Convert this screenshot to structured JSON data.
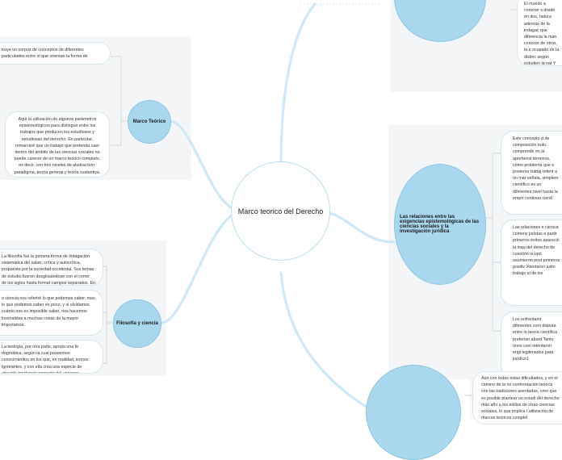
{
  "central": {
    "label": "Marco teorico del Derecho"
  },
  "branches": {
    "marco_teorico": {
      "label": "Marco Teórico"
    },
    "filosofia": {
      "label": "Filosofía y ciencia"
    },
    "relaciones": {
      "label": "Las relaciones entre las exigencias epistemológicas de las ciencias sociales y la investigación jurídica"
    }
  },
  "leaves": {
    "mt_1": "truye un corpus de conceptos de diferentes particulades entre sí que orientan la forma de",
    "mt_2": "Aquí la utilización de algunos parámetros epistemológicos para distinguir entre los trabajos que producen los estudiosos y estudiosas del derecho. En particular, remarcaré que un trabajo que pretenda caer dentro del ámbito de las ciencias sociales no puede carecer de un marco teórico completo, es decir, con tres niveles de abstracción: paradigma, teoría general y teoría sustantiva. P",
    "fc_1": "La filosofía fue la primera forma de indagación sistemática del saber, crítica y autocrítica, propuesta por la sociedad occidental. Sus temas de estudio fueron desglosándose con el correr de los siglos hasta formar campos separados. En la actualidad la filosofía disputa con la ciencia el primer lugar en la jerarquía gnoseológica.",
    "fc_2": "o ciencia nos referiré lo que podemos saber, mas lo que podemos saber es poco, y si olvidamos cuánto nos es imposible saber, nos hacemos insensibles a muchas cosas de la mayor importancia.",
    "fc_3": "La teología, por otra parte, aporta una fe dogmática, según la cual poseemos conocimientos en los que, en realidad, somos ignorantes, y con ella crea una especie de atrevida insolencia respecto del universo.",
    "tr_1": "El mundo a conocer s dividir en dos, natura además de la indagac que diferencia la man conocer de otros, la e ocupado de la distinc según estudien la nat Y en esta diferenciac principales clasificad la que divide entre n",
    "rel_1": "Este concepto d de composición todo, comprende en la aprehensi términos, cómo problema que s posterior trabaj referir a un mar señala, simplem científico es un diferentes nivel hasta la empír continuo cientí",
    "rel_2": "Las relaciones e ciencia comenz juristas a partir primeros éxitos apareció la inqu del derecho de cuestión ocupó asumieron post primeros positiv intentaron asim trabajo al de los",
    "rel_3": "Los enfrentami diferentes corri disputa entre lo teoría científica preferían abord Tanto unos com intentaron erigi legitimados para jurídico1",
    "bot_1": "Aún con todas estas dificultades, y en el camino de la no confrontación teórica con las tradiciones asentadas, creo que es posible plantear un estudi del derecho más afín a los estilos de otras ciencias sociales, lo que implica l utilización de marcos teóricos complet"
  }
}
